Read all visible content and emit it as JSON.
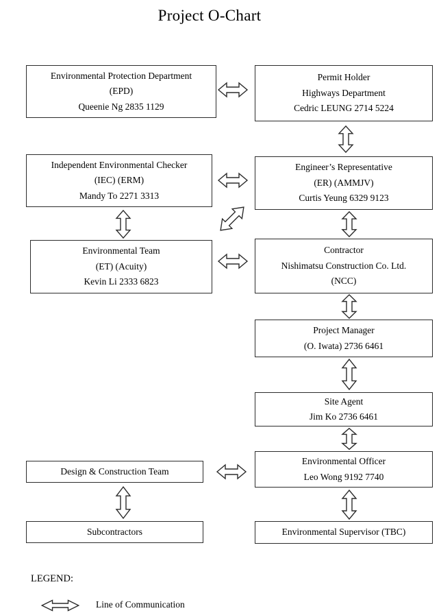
{
  "title": "Project O-Chart",
  "boxes": {
    "epd": {
      "lines": [
        "Environmental Protection Department",
        "(EPD)",
        "Queenie Ng 2835 1129"
      ]
    },
    "permit_holder": {
      "lines": [
        "Permit Holder",
        "Highways Department",
        "Cedric LEUNG 2714 5224"
      ]
    },
    "iec": {
      "lines": [
        "Independent Environmental Checker",
        "(IEC) (ERM)",
        "Mandy To 2271 3313"
      ]
    },
    "er": {
      "lines": [
        "Engineer’s Representative",
        "(ER) (AMMJV)",
        "Curtis Yeung 6329 9123"
      ]
    },
    "et": {
      "lines": [
        "Environmental Team",
        "(ET) (Acuity)",
        "Kevin Li 2333 6823"
      ]
    },
    "contractor": {
      "lines": [
        "Contractor",
        "Nishimatsu Construction Co. Ltd.",
        "(NCC)"
      ]
    },
    "project_manager": {
      "lines": [
        "Project Manager",
        "(O. Iwata) 2736 6461"
      ]
    },
    "site_agent": {
      "lines": [
        "Site Agent",
        "Jim Ko 2736 6461"
      ]
    },
    "env_officer": {
      "lines": [
        "Environmental Officer",
        "Leo Wong 9192 7740"
      ]
    },
    "design_team": {
      "lines": [
        "Design & Construction Team"
      ]
    },
    "subcontractors": {
      "lines": [
        "Subcontractors"
      ]
    },
    "env_supervisor": {
      "lines": [
        "Environmental Supervisor (TBC)"
      ]
    }
  },
  "legend": {
    "label": "LEGEND:",
    "arrow_meaning": "Line of Communication"
  },
  "colors": {
    "line": "#2b2b2b",
    "background": "#ffffff"
  }
}
